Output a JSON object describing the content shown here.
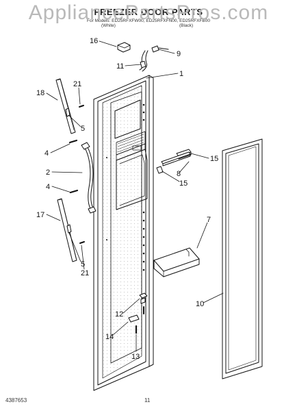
{
  "header": {
    "watermark": "AppliancePartsPros.com",
    "title": "FREEZER DOOR PARTS",
    "models_line": "For Models: ED25RFXFW00, ED25RFXFN00, ED25RFXFB00",
    "color_left": "(White)",
    "color_right": "(Black)"
  },
  "callouts": [
    "1",
    "2",
    "4",
    "4",
    "5",
    "5",
    "7",
    "8",
    "9",
    "10",
    "11",
    "12",
    "13",
    "14",
    "15",
    "15",
    "16",
    "17",
    "18",
    "21",
    "21"
  ],
  "footer": {
    "doc_number": "4387653",
    "page_number": "11"
  },
  "colors": {
    "line": "#111111",
    "watermark": "#b9b9b9",
    "background": "#ffffff"
  }
}
